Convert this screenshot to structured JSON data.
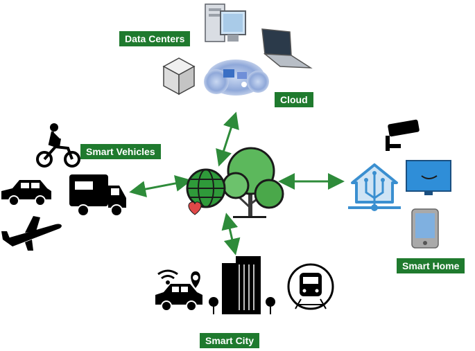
{
  "labels": {
    "data_centers": "Data Centers",
    "cloud": "Cloud",
    "smart_vehicles": "Smart Vehicles",
    "smart_home": "Smart Home",
    "smart_city": "Smart City"
  },
  "colors": {
    "label_bg": "#1f7a2e",
    "label_text": "#ffffff",
    "arrow": "#2e8b3a",
    "hub_green": "#2f9a3a",
    "home_blue": "#3a8fd0",
    "icon_black": "#000000"
  }
}
